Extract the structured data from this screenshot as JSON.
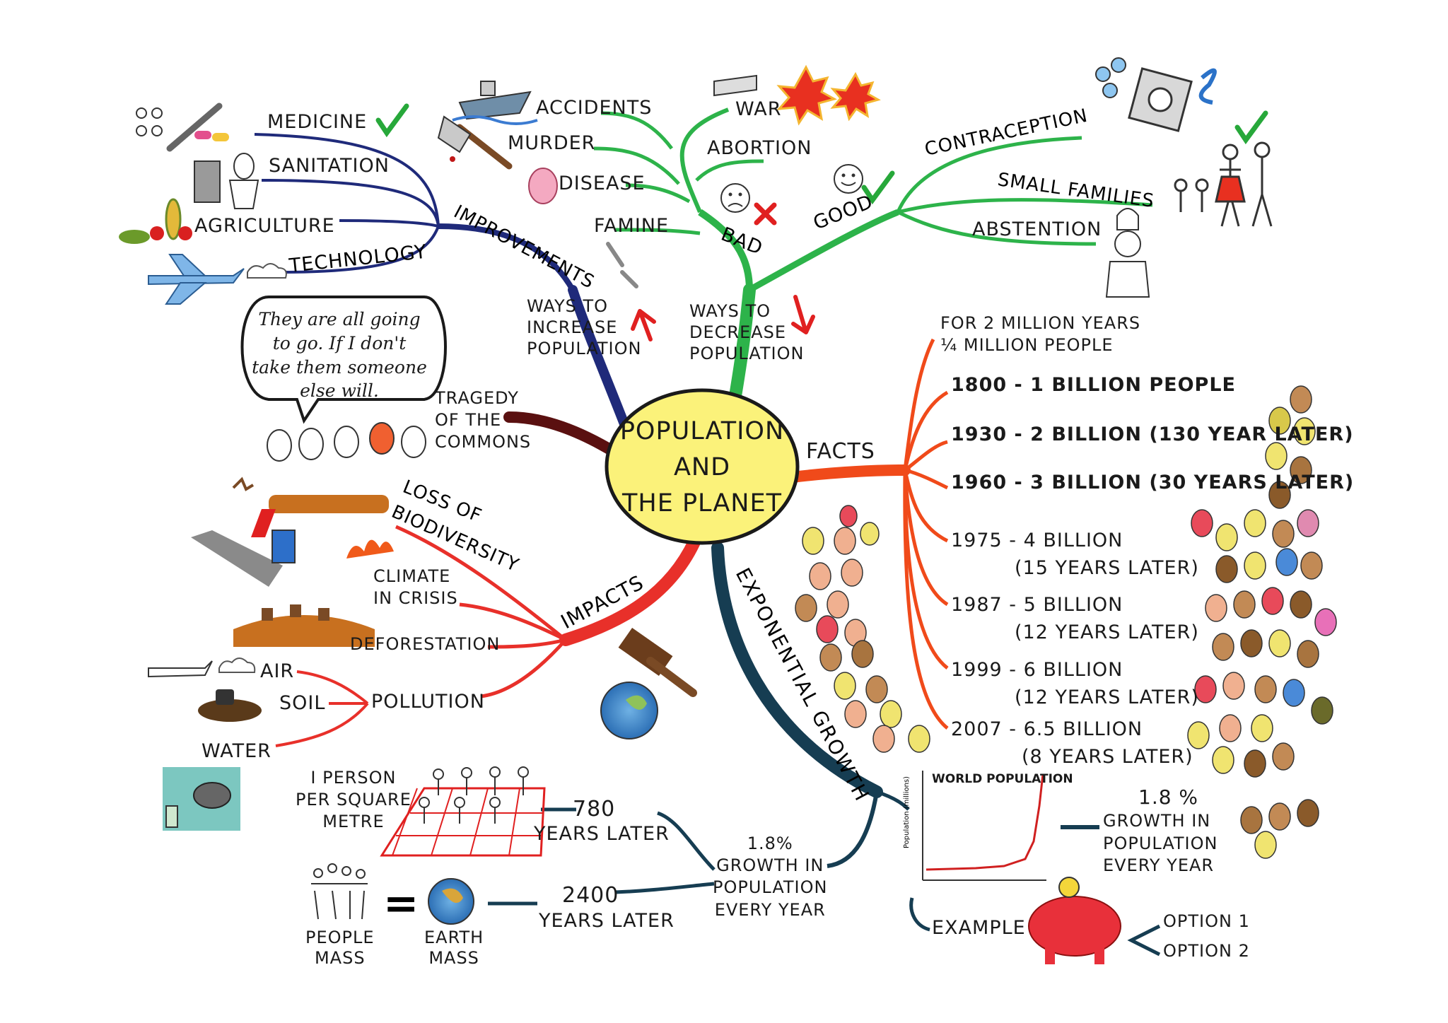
{
  "center": {
    "line1": "POPULATION",
    "line2": "AND",
    "line3": "THE PLANET"
  },
  "increase": {
    "label_line1": "WAYS TO",
    "label_line2": "INCREASE",
    "label_line3": "POPULATION",
    "improvements": "IMPROVEMENTS",
    "items": [
      "MEDICINE",
      "SANITATION",
      "AGRICULTURE",
      "TECHNOLOGY"
    ]
  },
  "decrease": {
    "label_line1": "WAYS TO",
    "label_line2": "DECREASE",
    "label_line3": "POPULATION",
    "bad": "BAD",
    "bad_items": [
      "ACCIDENTS",
      "WAR",
      "MURDER",
      "ABORTION",
      "DISEASE",
      "FAMINE"
    ],
    "good": "GOOD",
    "good_items": [
      "CONTRACEPTION",
      "SMALL FAMILIES",
      "ABSTENTION"
    ]
  },
  "tragedy": {
    "label_line1": "TRAGEDY",
    "label_line2": "OF THE",
    "label_line3": "COMMONS",
    "bubble_line1": "They are all going",
    "bubble_line2": "to go. If I don't",
    "bubble_line3": "take them someone",
    "bubble_line4": "else will."
  },
  "facts": {
    "label": "FACTS",
    "items": [
      {
        "a": "FOR 2 MILLION YEARS",
        "b": "¼ MILLION PEOPLE"
      },
      {
        "a": "1800 - 1 BILLION PEOPLE",
        "b": ""
      },
      {
        "a": "1930 - 2 BILLION (130 YEAR LATER)",
        "b": ""
      },
      {
        "a": "1960 - 3 BILLION (30 YEARS LATER)",
        "b": ""
      },
      {
        "a": "1975 - 4 BILLION",
        "b": "(15 YEARS LATER)"
      },
      {
        "a": "1987 - 5 BILLION",
        "b": "(12 YEARS LATER)"
      },
      {
        "a": "1999 - 6 BILLION",
        "b": "(12 YEARS LATER)"
      },
      {
        "a": "2007 - 6.5 BILLION",
        "b": "(8 YEARS LATER)"
      }
    ]
  },
  "impacts": {
    "label": "IMPACTS",
    "loss_line1": "LOSS OF",
    "loss_line2": "BIODIVERSITY",
    "climate_line1": "CLIMATE",
    "climate_line2": "IN CRISIS",
    "deforestation": "DEFORESTATION",
    "pollution": "POLLUTION",
    "pollution_items": [
      "AIR",
      "SOIL",
      "WATER"
    ]
  },
  "growth": {
    "label": "EXPONENTIAL GROWTH",
    "rate_line1": "1.8%",
    "rate_line2": "GROWTH IN",
    "rate_line3": "POPULATION",
    "rate_line4": "EVERY YEAR",
    "person_line1": "I PERSON",
    "person_line2": "PER SQUARE",
    "person_line3": "METRE",
    "years780_a": "780",
    "years780_b": "YEARS LATER",
    "years2400_a": "2400",
    "years2400_b": "YEARS LATER",
    "people_mass_a": "PEOPLE",
    "people_mass_b": "MASS",
    "earth_mass_a": "EARTH",
    "earth_mass_b": "MASS",
    "equals": "=",
    "chart_title": "WORLD POPULATION",
    "chart_ylabel": "Population (millions)",
    "right_rate_line1": "1.8 %",
    "right_rate_line2": "GROWTH IN",
    "right_rate_line3": "POPULATION",
    "right_rate_line4": "EVERY YEAR",
    "example": "EXAMPLE",
    "options": [
      "OPTION 1",
      "OPTION 2"
    ]
  },
  "colors": {
    "increase": "#1f2a7a",
    "decrease": "#2db34a",
    "facts": "#f04a1a",
    "impacts": "#e8302a",
    "growth": "#163d52",
    "tragedy": "#5a1010",
    "center_fill": "#fbf27a",
    "check": "#27a83a",
    "arrow": "#e02020"
  }
}
